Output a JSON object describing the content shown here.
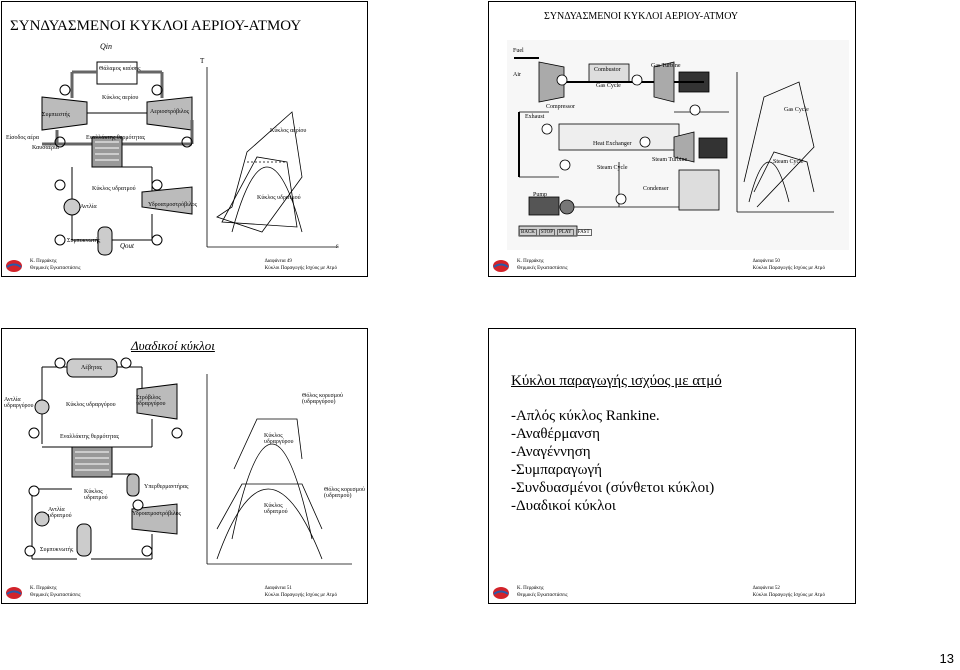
{
  "slides": [
    {
      "title": "ΣΥΝΔΥΑΣΜΕΝΟΙ ΚΥΚΛΟΙ ΑΕΡΙΟΥ-ΑΤΜΟΥ",
      "footer_left": [
        "Κ. Περράκης",
        "Θερμικές Εγκαταστάσεις"
      ],
      "footer_right": [
        "Διαφάνεια 49",
        "Κύκλοι Παραγωγής Ισχύος με Ατμό"
      ],
      "labels": {
        "q_in": "Qin",
        "combustion": "Θάλαμος καύσης",
        "gas_cycle": "Κύκλος αερίου",
        "compressor": "Συμπιεστής",
        "gas_turbine": "Αεριοστρόβιλος",
        "air_in": "Είσοδος αέρα",
        "exhaust": "Καυσαέρια",
        "heat_exchanger": "Εναλλάκτης θερμότητας",
        "water_cycle": "Κύκλος υδρατμού",
        "pump": "Αντλία",
        "steam_turbine": "Υδροατμοστρόβιλος",
        "condenser": "Συμπυκνωτής",
        "q_out": "Qout",
        "ts_gas": "Κύκλος αέρίου",
        "ts_steam": "Κύκλος υδρατμού",
        "t_axis": "T",
        "s_axis": "s"
      }
    },
    {
      "title": "ΣΥΝΔΥΑΣΜΕΝΟΙ ΚΥΚΛΟΙ ΑΕΡΙΟΥ-ΑΤΜΟΥ",
      "footer_left": [
        "Κ. Περράκης",
        "Θερμικές Εγκαταστάσεις"
      ],
      "footer_right": [
        "Διαφάνεια 50",
        "Κύκλοι Παραγωγής Ισχύος με Ατμό"
      ],
      "labels": {
        "fuel": "Fuel",
        "air": "Air",
        "combustor": "Combustor",
        "gas_cycle": "Gas Cycle",
        "gas_turbine": "Gas Turbine",
        "compressor": "Compressor",
        "exhaust": "Exhaust",
        "heat_exchanger": "Heat Exchanger",
        "steam_turbine": "Steam Turbine",
        "steam_cycle": "Steam Cycle",
        "pump": "Pump",
        "condenser": "Condenser",
        "ts_gas": "Gas Cycle",
        "ts_steam": "Steam Cycle",
        "controls": [
          "BACK",
          "STOP",
          "PLAY",
          "FAST"
        ]
      }
    },
    {
      "title": "Δυαδικοί κύκλοι",
      "footer_left": [
        "Κ. Περράκης",
        "Θερμικές Εγκαταστάσεις"
      ],
      "footer_right": [
        "Διαφάνεια 51",
        "Κύκλοι Παραγωγής Ισχύος με Ατμό"
      ],
      "labels": {
        "boiler": "Λέβητας",
        "pump_mercury": "Αντλία υδραργύρου",
        "mercury_cycle": "Κύκλος υδραργύρου",
        "mercury_turbine": "Στρόβιλος υδραργύρου",
        "heat_exchanger": "Εναλλάκτης θερμότητας",
        "superheater": "Υπερθερμαντήρας",
        "water_cycle": "Κύκλος υδρατμού",
        "pump_water": "Αντλία υδρατμού",
        "steam_turbine": "Υδροατμοστρόβιλος",
        "condenser": "Συμπυκνωτής",
        "dome_mercury": "Θόλος κορεσμού (υδραργύρου)",
        "dome_water": "Θόλος κορεσμού (υδρατμού)",
        "ts_mercury": "Κύκλος υδραργύρου",
        "ts_water": "Κύκλος υδρατμού"
      }
    },
    {
      "title": "Κύκλοι παραγωγής ισχύος με ατμό",
      "bullets": [
        "-Απλός κύκλος Rankine.",
        "-Αναθέρμανση",
        "-Αναγέννηση",
        "-Συμπαραγωγή",
        "-Συνδυασμένοι (σύνθετοι κύκλοι)",
        "-Δυαδικοί κύκλοι"
      ],
      "footer_left": [
        "Κ. Περράκης",
        "Θερμικές Εγκαταστάσεις"
      ],
      "footer_right": [
        "Διαφάνεια 52",
        "Κύκλοι Παραγωγής Ισχύος με Ατμό"
      ]
    }
  ],
  "page_number": "13",
  "colors": {
    "logo_red": "#d2232a",
    "logo_blue": "#2a5aa8"
  }
}
